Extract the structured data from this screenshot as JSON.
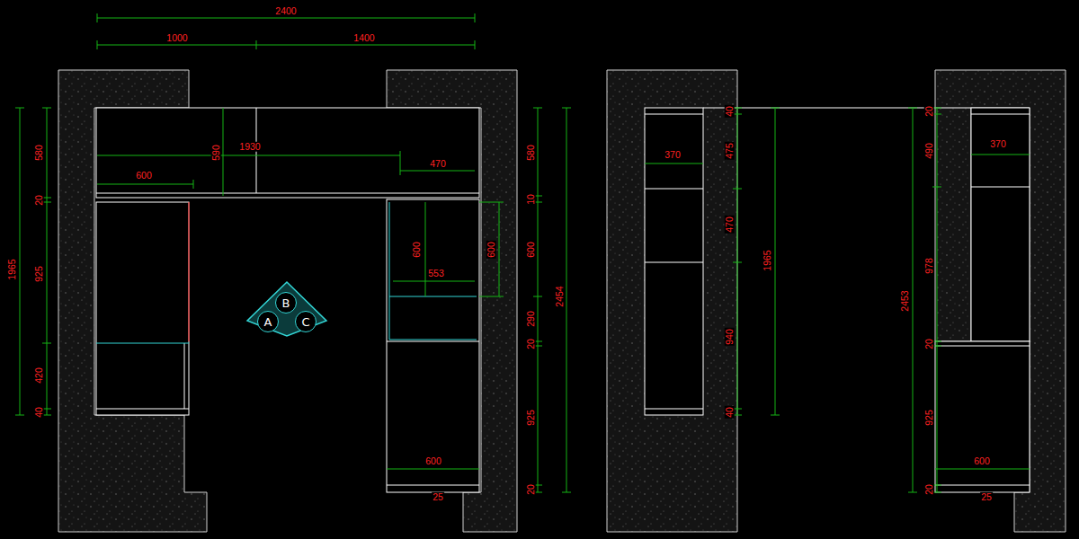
{
  "diagram": {
    "nodes": [
      {
        "text": [
          "B"
        ]
      },
      {
        "text": [
          "A"
        ]
      },
      {
        "text": [
          "C"
        ]
      }
    ],
    "labels": [
      "2400",
      "1000",
      "1400",
      "1930",
      "590",
      "600",
      "470",
      "600",
      "553",
      "600",
      "600",
      "25",
      "1965",
      "580",
      "20",
      "925",
      "420",
      "40",
      "580",
      "10",
      "600",
      "290",
      "20",
      "925",
      "20",
      "2454",
      "370",
      "40",
      "475",
      "470",
      "940",
      "40",
      "1965",
      "370",
      "2453",
      "20",
      "490",
      "978",
      "20",
      "925",
      "20",
      "600",
      "25"
    ]
  }
}
